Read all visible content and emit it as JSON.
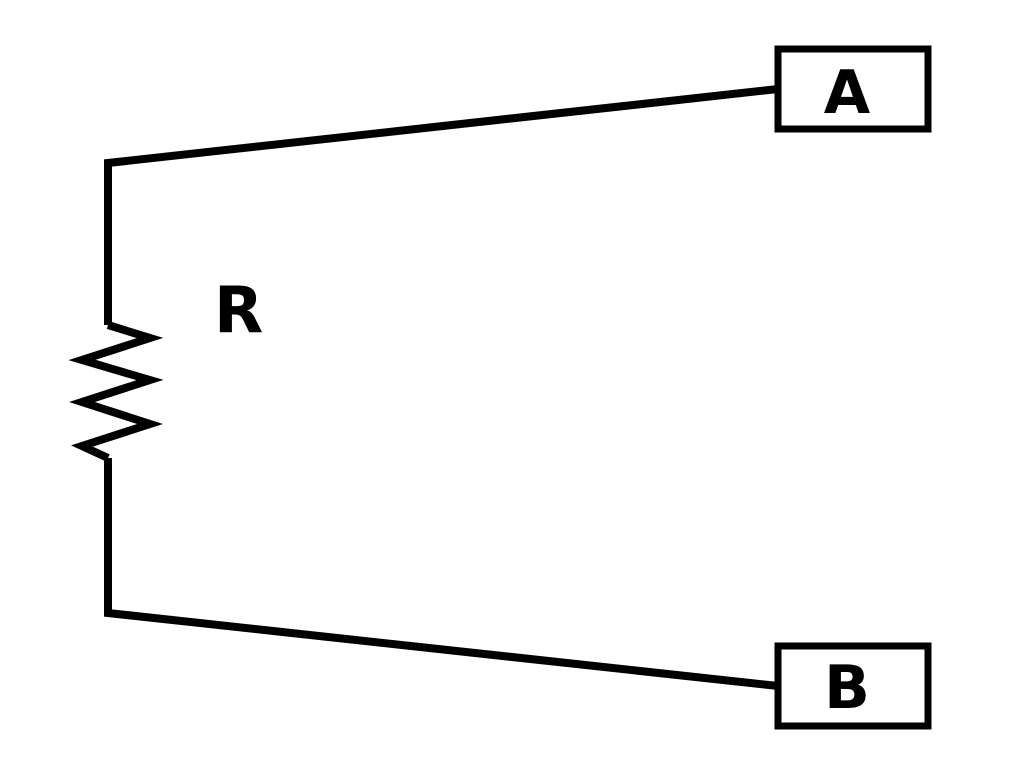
{
  "diagram": {
    "resistor": {
      "label": "R"
    },
    "terminals": [
      {
        "label": "A"
      },
      {
        "label": "B"
      }
    ]
  }
}
